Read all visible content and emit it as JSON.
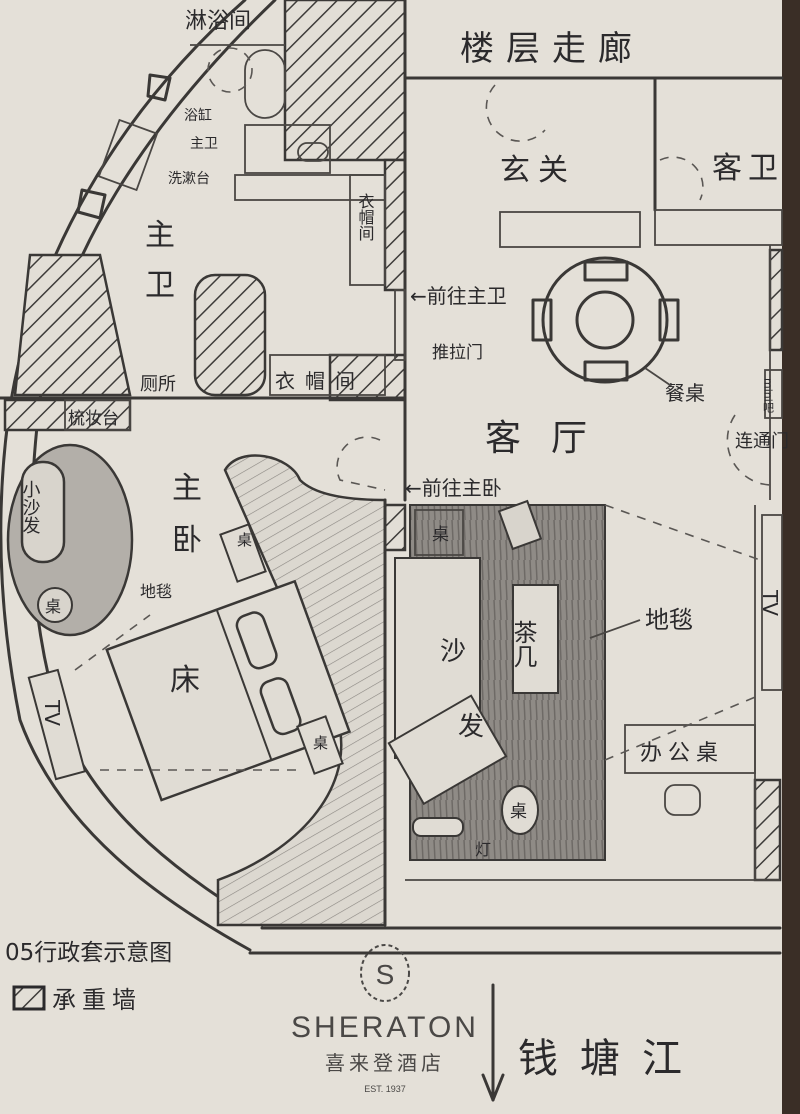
{
  "title": "05行政套示意图",
  "legend": {
    "load_bearing_wall": "承重墙"
  },
  "rooms": {
    "corridor": "楼层走廊",
    "foyer": "玄关",
    "guest_bath": "客卫",
    "living_room": "客厅",
    "master_bath": "主卫",
    "master_bedroom": "主卧",
    "shower": "淋浴间",
    "closet_1": "衣帽间",
    "closet_2": "衣帽间"
  },
  "fixtures": {
    "bathtub": "浴缸",
    "toilet": "主卫",
    "vanity": "洗漱台",
    "restroom": "厕所",
    "dressing_table": "梳妆台",
    "small_sofa": "小沙发",
    "bedroom_table": "桌",
    "bedroom_carpet": "地毯",
    "bed": "床",
    "nightstand_1": "桌",
    "nightstand_2": "桌",
    "bedroom_tv": "TV",
    "dining_table": "餐桌",
    "minibar": "mini吧",
    "connecting_door": "连通门",
    "side_table": "桌",
    "sofa_1": "沙",
    "sofa_2": "发",
    "coffee_table": "茶几",
    "living_carpet": "地毯",
    "round_table": "桌",
    "lamp": "灯",
    "office_desk": "办公桌",
    "living_tv": "TV",
    "sliding_door": "推拉门"
  },
  "directions": {
    "to_master_bath": "←前往主卫",
    "to_master_bedroom": "←前往主卧",
    "river": "钱塘江"
  },
  "brand": {
    "name": "SHERATON",
    "chinese": "喜来登酒店",
    "est": "EST. 1937",
    "mark": "S"
  }
}
